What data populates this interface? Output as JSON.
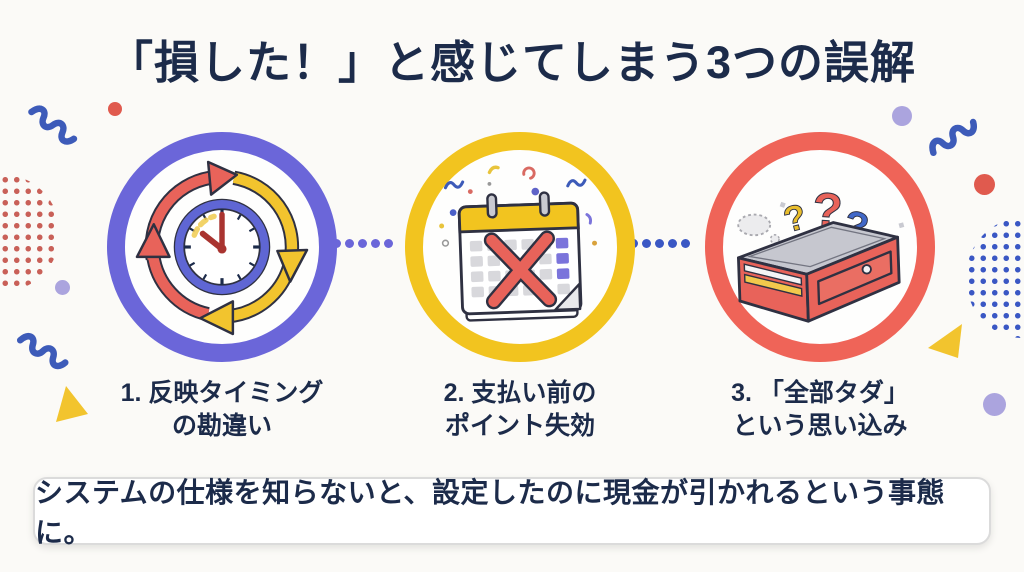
{
  "title": "「損した！」と感じてしまう3つの誤解",
  "items": [
    {
      "line1": "1. 反映タイミング",
      "line2": "の勘違い",
      "icon": "clock-cycle-icon",
      "ring_color": "#6B66D9"
    },
    {
      "line1": "2. 支払い前の",
      "line2": "ポイント失効",
      "icon": "calendar-expired-icon",
      "ring_color": "#F2C41F"
    },
    {
      "line1": "3. 「全部タダ」",
      "line2": "という思い込み",
      "icon": "empty-wallet-icon",
      "ring_color": "#EF6458"
    }
  ],
  "connectors": [
    {
      "color": "#6B66D9"
    },
    {
      "color": "#3A57C4"
    }
  ],
  "banner": {
    "text": "システムの仕様を知らないと、設定したのに現金が引かれるという事態に。"
  },
  "colors": {
    "title_navy": "#1C2B4A",
    "background": "#FBFAF7",
    "banner_border": "#DBDBDB",
    "squiggle_blue": "#3D5BB9",
    "deco_red": "#E05A4E",
    "deco_yellow": "#F2C42E",
    "deco_purple": "#ABA4DE",
    "dot_grid_red": "#C96058",
    "dot_grid_blue": "#3A57C4"
  },
  "decoration_names": [
    "squiggle-icon",
    "dot-grid",
    "triangle-shape",
    "circle-dot"
  ]
}
